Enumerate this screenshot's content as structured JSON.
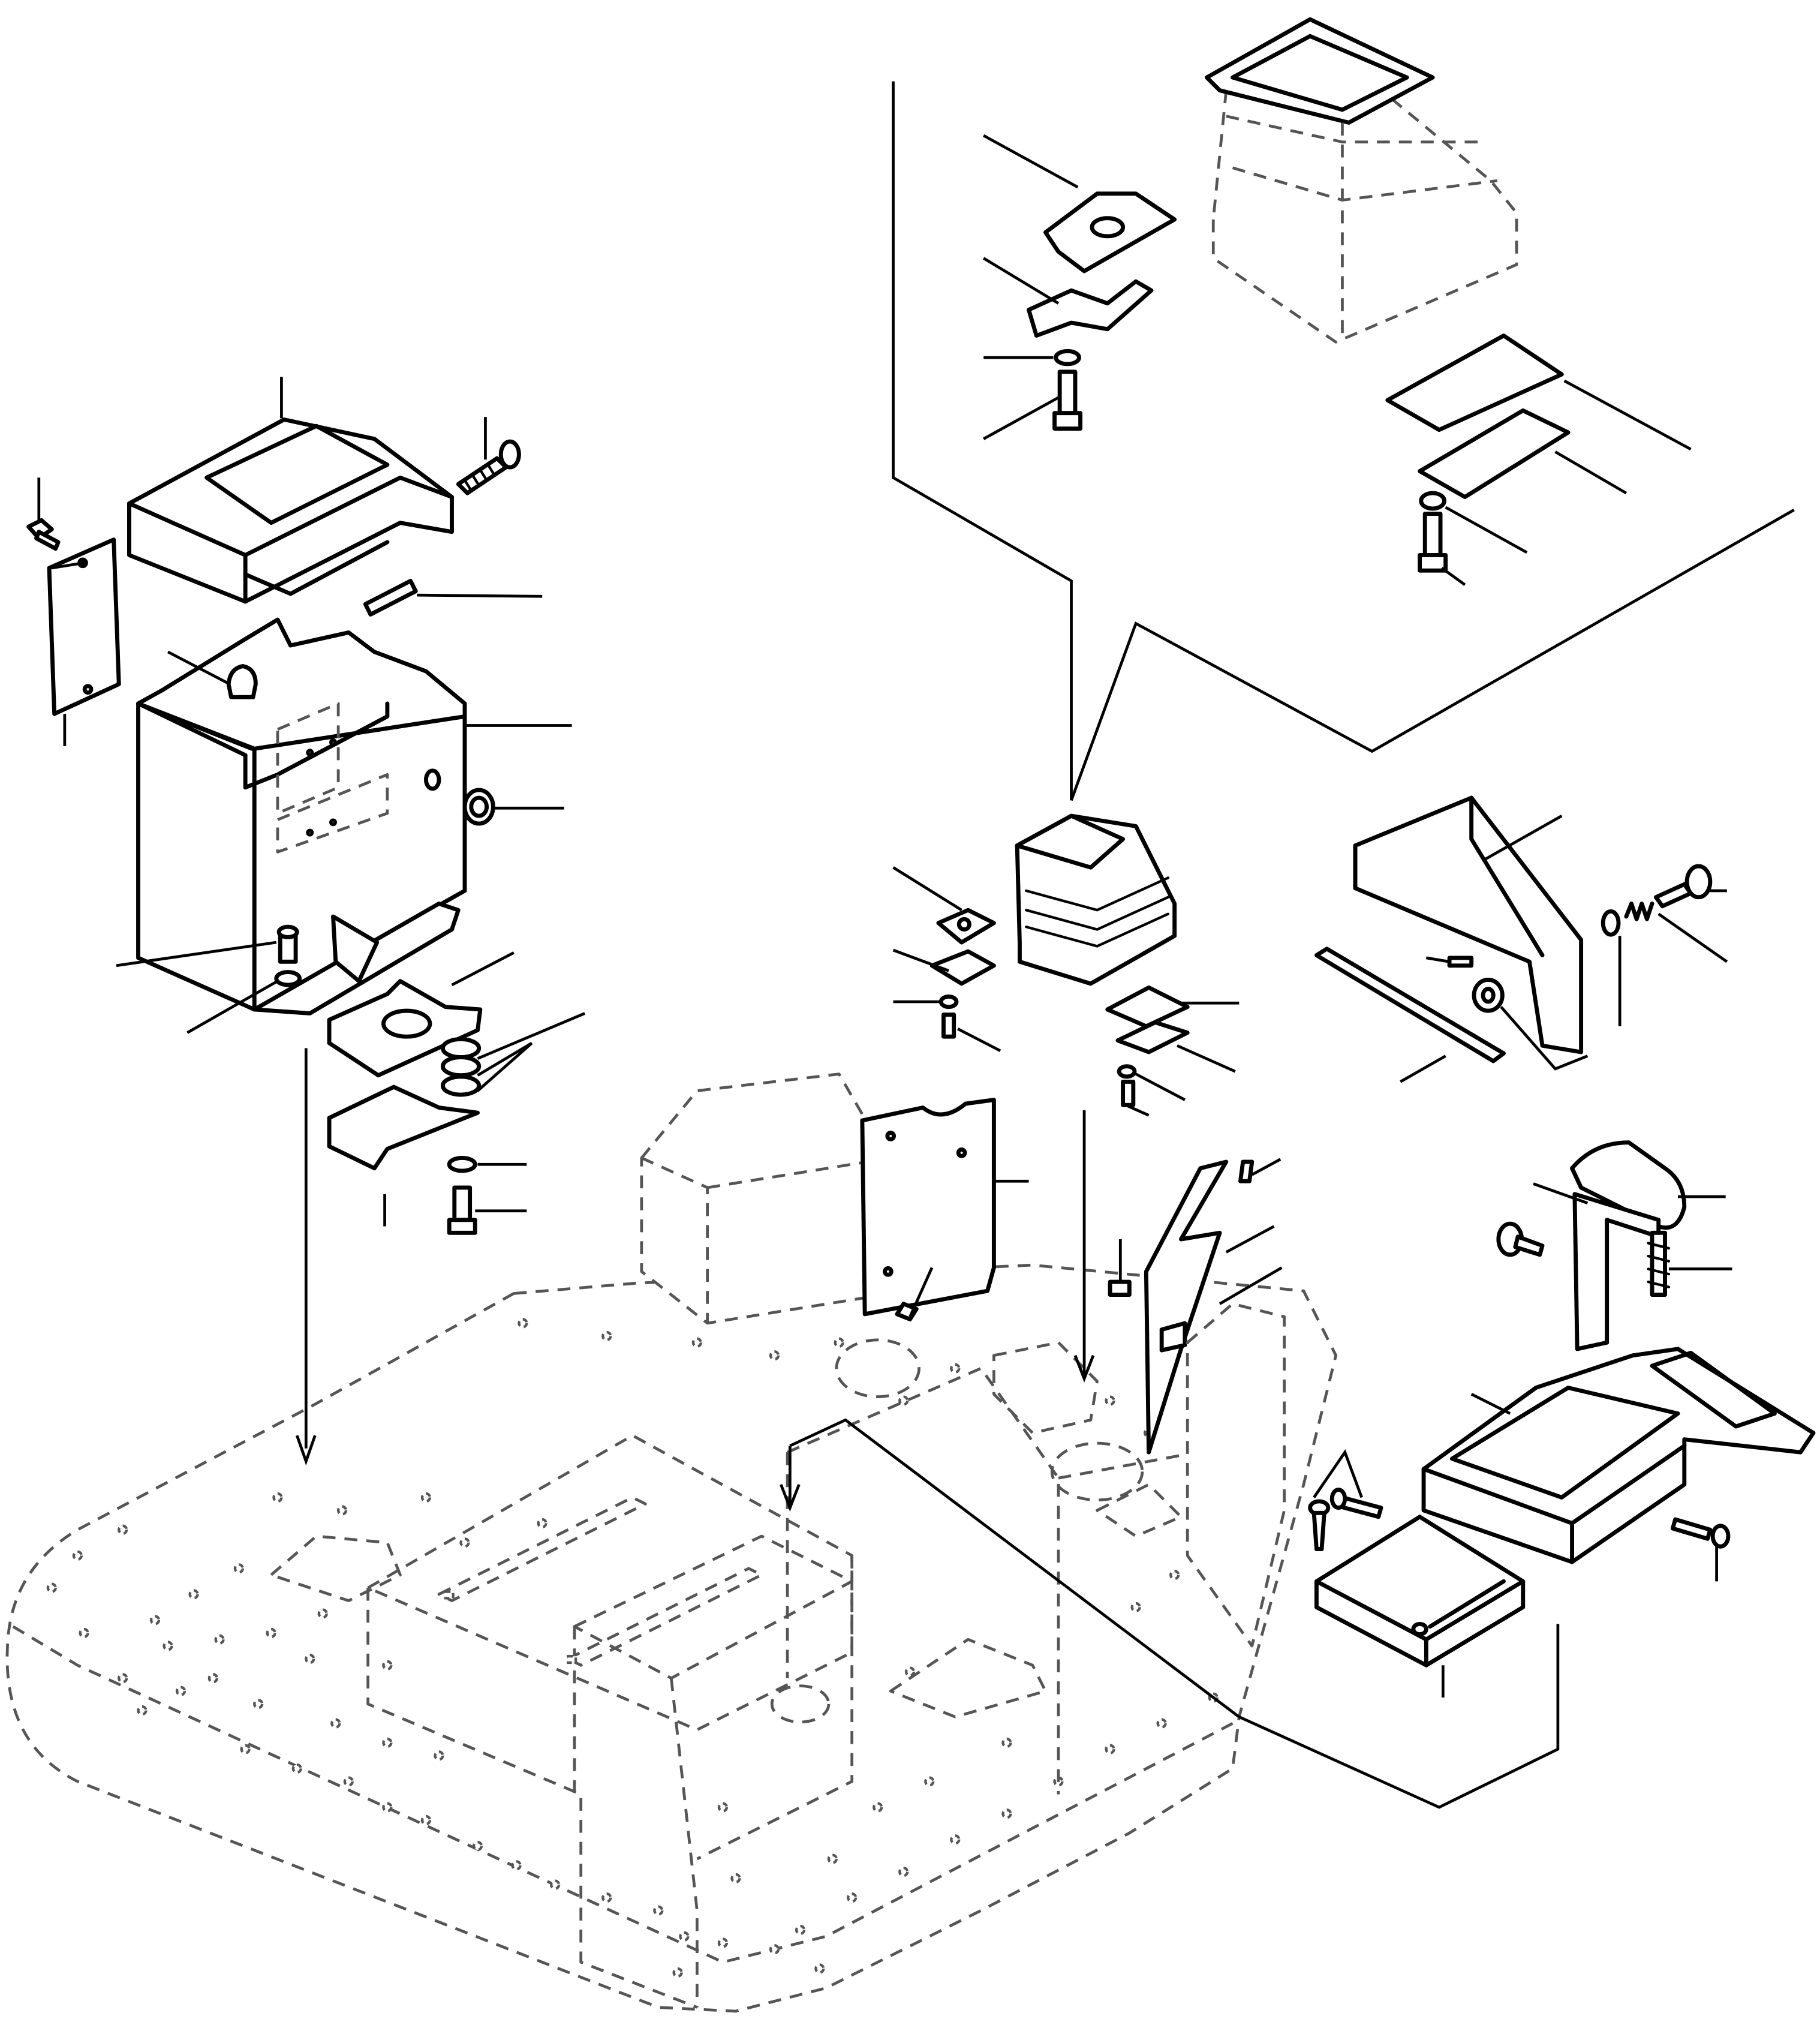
{
  "drawing": {
    "kind": "exploded parts diagram",
    "text_labels": [],
    "colors": {
      "ink": "#000000",
      "hidden_line": "#555555",
      "paper": "#ffffff"
    }
  },
  "groups": [
    {
      "id": "battery-box-assembly",
      "parts": [
        "box-lid",
        "lid-screw",
        "lid-rod",
        "cover-plate",
        "cover-bolt",
        "battery-box",
        "cap-nut",
        "grommet",
        "mount-bolt",
        "mount-washer",
        "mount-shim-upper",
        "mount-washer-stack",
        "mount-shim-lower",
        "base-washer",
        "base-bolt"
      ]
    },
    {
      "id": "joystick-boot-detail",
      "parts": [
        "detail-boot",
        "detail-plate-left",
        "detail-bracket-left",
        "detail-washer-left",
        "detail-bolt-left",
        "detail-plate-right",
        "detail-bracket-right",
        "detail-washer-right",
        "detail-bolt-right"
      ]
    },
    {
      "id": "centre-controls",
      "parts": [
        "joystick-boot",
        "boot-plate-left",
        "boot-bracket-left",
        "boot-washer-left",
        "boot-bolt-left",
        "boot-plate-right",
        "boot-bracket-right",
        "boot-washer-right",
        "boot-bolt-right",
        "side-panel",
        "panel-bolt",
        "angle-panel",
        "angle-screw",
        "angle-bolt"
      ]
    },
    {
      "id": "right-console",
      "parts": [
        "console-cover",
        "console-knob",
        "console-spring",
        "console-washer",
        "console-strip",
        "console-pin",
        "console-spacer",
        "armrest-pad",
        "armrest-knob",
        "armrest-screw",
        "armrest-post",
        "armrest-console",
        "console-screw",
        "tray-screw-a",
        "tray-screw-b",
        "base-tray"
      ]
    },
    {
      "id": "floor",
      "parts": [
        "floor-plate",
        "seat-box",
        "rear-housing"
      ]
    }
  ]
}
